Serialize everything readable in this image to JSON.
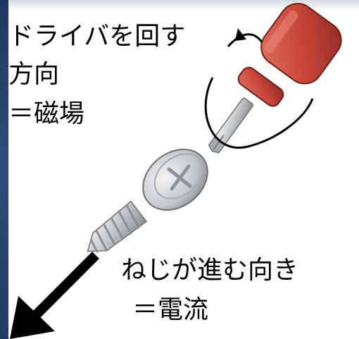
{
  "top_cut_text": "",
  "labels": {
    "rotation_line1": "ドライバを回す",
    "rotation_line2": "方向",
    "rotation_line3": "＝磁場",
    "current_line1": "ねじが進む向き",
    "current_line2": "＝電流"
  },
  "colors": {
    "handle": "#c8463a",
    "handle_dark": "#8e2a22",
    "metal": "#c9cccf",
    "arrow": "#000000",
    "background_dark": "#22395e"
  },
  "icons": {
    "screwdriver": "screwdriver-icon",
    "screw": "screw-icon",
    "rotation_arrow": "curved-rotation-arrow",
    "direction_arrow": "straight-arrow"
  }
}
